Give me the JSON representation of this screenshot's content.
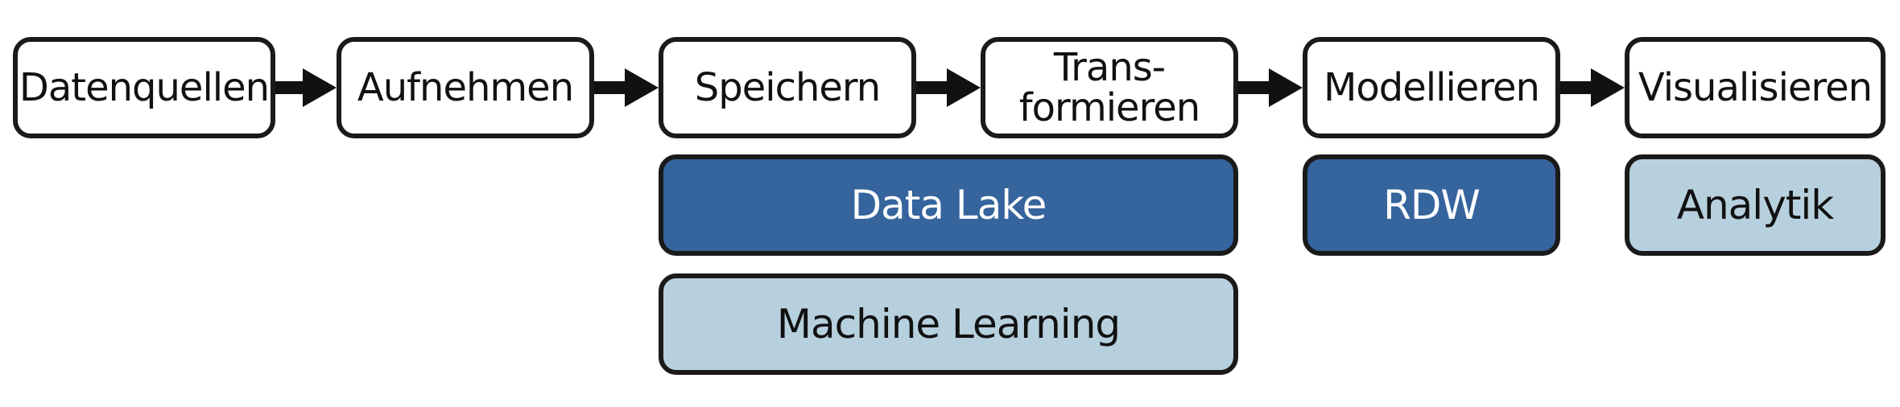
{
  "pipeline": {
    "steps": [
      {
        "label": "Datenquellen"
      },
      {
        "label": "Aufnehmen"
      },
      {
        "label": "Speichern"
      },
      {
        "label": "Trans-\nformieren"
      },
      {
        "label": "Modellieren"
      },
      {
        "label": "Visualisieren"
      }
    ]
  },
  "components": {
    "data_lake": {
      "label": "Data Lake"
    },
    "machine_learning": {
      "label": "Machine Learning"
    },
    "rdw": {
      "label": "RDW"
    },
    "analytik": {
      "label": "Analytik"
    }
  },
  "colors": {
    "dark_fill": "#36649d",
    "light_fill": "#b7d0de",
    "outline": "#1a1a1a"
  }
}
